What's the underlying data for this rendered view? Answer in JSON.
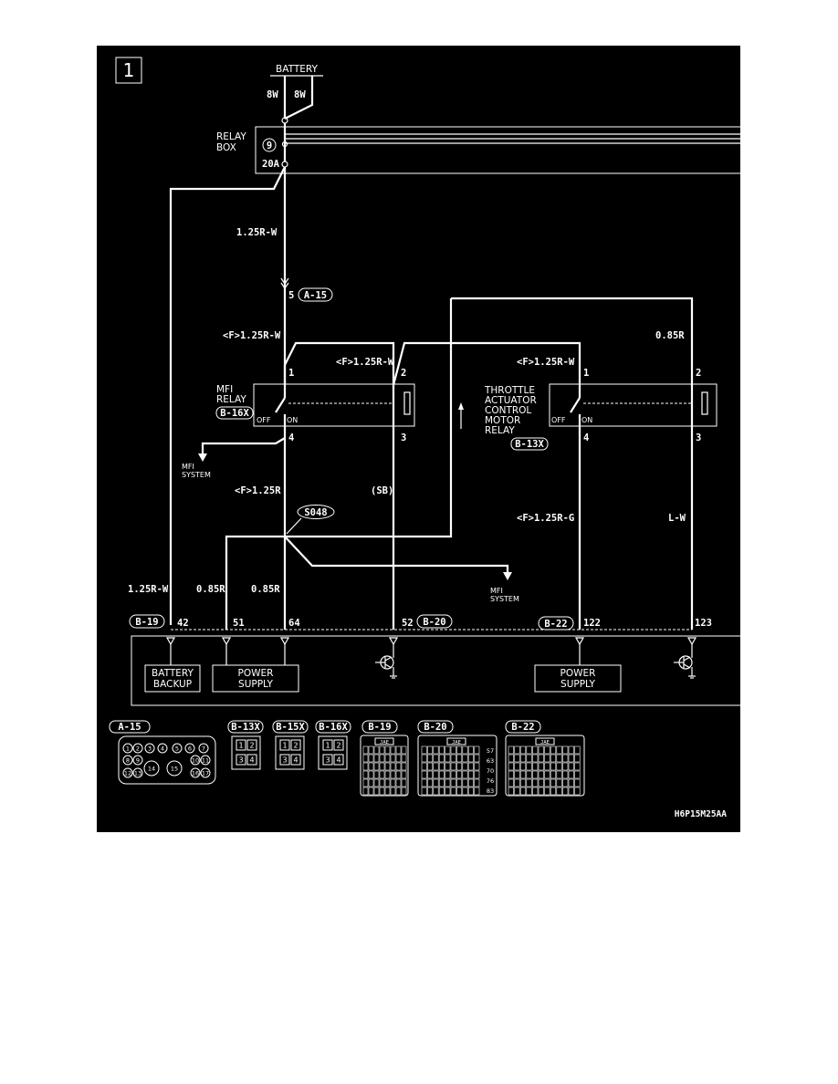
{
  "page_number": "1",
  "battery": {
    "label": "BATTERY",
    "wire_left": "8W",
    "wire_right": "8W"
  },
  "relay_box": {
    "label_line1": "RELAY",
    "label_line2": "BOX",
    "terminal": "9",
    "fuse": "20A"
  },
  "wires": {
    "main_feed": "1.25R-W",
    "mfi_relay_in": "<F>1.25R-W",
    "mfi_relay_coil": "<F>1.25R-W",
    "throttle_relay_in": "<F>1.25R-W",
    "throttle_coil": "0.85R",
    "mfi_relay_out": "<F>1.25R",
    "coil_ground": "(SB)",
    "throttle_out": "<F>1.25R-G",
    "throttle_coil_out": "L-W",
    "battery_backup_wire": "1.25R-W",
    "ps_51": "0.85R",
    "ps_64": "0.85R"
  },
  "connector_a15": {
    "pin": "5",
    "name": "A-15"
  },
  "mfi_relay": {
    "label_line1": "MFI",
    "label_line2": "RELAY",
    "connector": "B-16X",
    "pin1": "1",
    "pin2": "2",
    "pin3": "3",
    "pin4": "4",
    "off": "OFF",
    "on": "ON"
  },
  "throttle_relay": {
    "label_line1": "THROTTLE",
    "label_line2": "ACTUATOR",
    "label_line3": "CONTROL",
    "label_line4": "MOTOR",
    "label_line5": "RELAY",
    "connector": "B-13X",
    "pin1": "1",
    "pin2": "2",
    "pin3": "3",
    "pin4": "4",
    "off": "OFF",
    "on": "ON"
  },
  "mfi_system_1": {
    "line1": "MFI",
    "line2": "SYSTEM"
  },
  "mfi_system_2": {
    "line1": "MFI",
    "line2": "SYSTEM"
  },
  "splice": "S048",
  "ecu": {
    "conn_b19": "B-19",
    "conn_b20": "B-20",
    "conn_b22": "B-22",
    "pin_42": "42",
    "pin_51": "51",
    "pin_64": "64",
    "pin_52": "52",
    "pin_122": "122",
    "pin_123": "123",
    "battery_backup_1": "BATTERY",
    "battery_backup_2": "BACKUP",
    "power_supply_1a": "POWER",
    "power_supply_1b": "SUPPLY",
    "power_supply_2a": "POWER",
    "power_supply_2b": "SUPPLY"
  },
  "connector_views": {
    "a15": {
      "name": "A-15",
      "pins": [
        "1",
        "2",
        "3",
        "4",
        "5",
        "6",
        "7",
        "8",
        "9",
        "10",
        "11",
        "12",
        "13",
        "14",
        "15",
        "16",
        "17"
      ]
    },
    "b13x": {
      "name": "B-13X",
      "pins": [
        "1",
        "2",
        "3",
        "4"
      ]
    },
    "b15x": {
      "name": "B-15X",
      "pins": [
        "1",
        "2",
        "3",
        "4"
      ]
    },
    "b16x": {
      "name": "B-16X",
      "pins": [
        "1",
        "2",
        "3",
        "4"
      ]
    },
    "b19": {
      "name": "B-19",
      "maker": "JAE"
    },
    "b20": {
      "name": "B-20",
      "maker": "JAE",
      "side_pins": [
        "57",
        "63",
        "70",
        "76",
        "83"
      ]
    },
    "b22": {
      "name": "B-22",
      "maker": "JAE"
    }
  },
  "figure_code": "H6P15M25AA"
}
